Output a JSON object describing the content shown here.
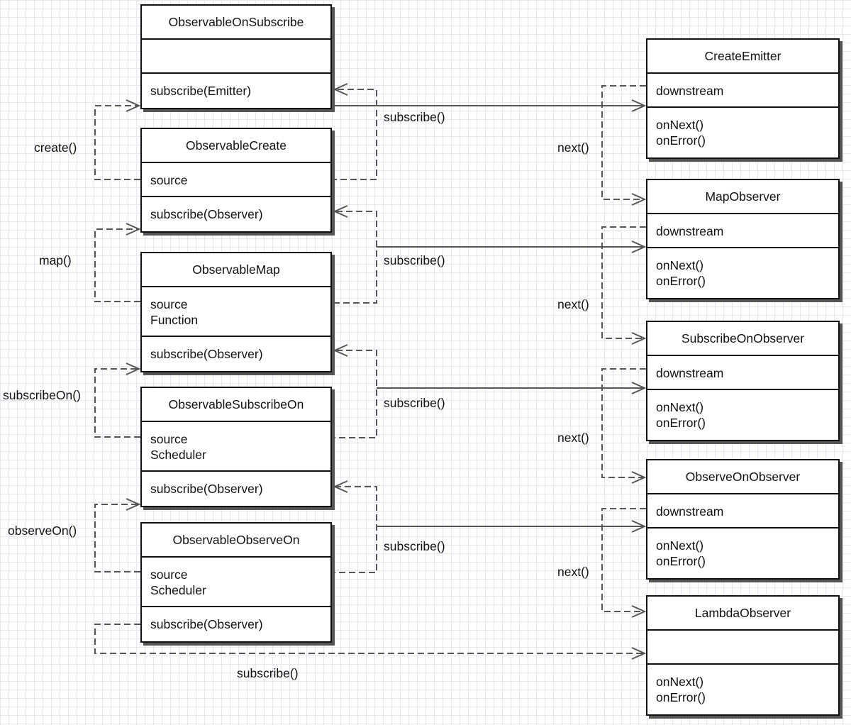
{
  "left_classes": [
    {
      "name": "ObservableOnSubscribe",
      "fields": [],
      "methods": [
        "subscribe(Emitter)"
      ]
    },
    {
      "name": "ObservableCreate",
      "fields": [
        "source"
      ],
      "methods": [
        "subscribe(Observer)"
      ]
    },
    {
      "name": "ObservableMap",
      "fields": [
        "source",
        "Function"
      ],
      "methods": [
        "subscribe(Observer)"
      ]
    },
    {
      "name": "ObservableSubscribeOn",
      "fields": [
        "source",
        "Scheduler"
      ],
      "methods": [
        "subscribe(Observer)"
      ]
    },
    {
      "name": "ObservableObserveOn",
      "fields": [
        "source",
        "Scheduler"
      ],
      "methods": [
        "subscribe(Observer)"
      ]
    }
  ],
  "right_classes": [
    {
      "name": "CreateEmitter",
      "fields": [
        "downstream"
      ],
      "methods": [
        "onNext()",
        "onError()"
      ]
    },
    {
      "name": "MapObserver",
      "fields": [
        "downstream"
      ],
      "methods": [
        "onNext()",
        "onError()"
      ]
    },
    {
      "name": "SubscribeOnObserver",
      "fields": [
        "downstream"
      ],
      "methods": [
        "onNext()",
        "onError()"
      ]
    },
    {
      "name": "ObserveOnObserver",
      "fields": [
        "downstream"
      ],
      "methods": [
        "onNext()",
        "onError()"
      ]
    },
    {
      "name": "LambdaObserver",
      "fields": [],
      "methods": [
        "onNext()",
        "onError()"
      ]
    }
  ],
  "operator_labels": [
    "create()",
    "map()",
    "subscribeOn()",
    "observeOn()"
  ],
  "subscribe_labels": [
    "subscribe()",
    "subscribe()",
    "subscribe()",
    "subscribe()",
    "subscribe()"
  ],
  "next_labels": [
    "next()",
    "next()",
    "next()",
    "next()"
  ],
  "colors": {
    "line": "#555555",
    "border": "#111111",
    "grid": "#e6e6ee"
  }
}
